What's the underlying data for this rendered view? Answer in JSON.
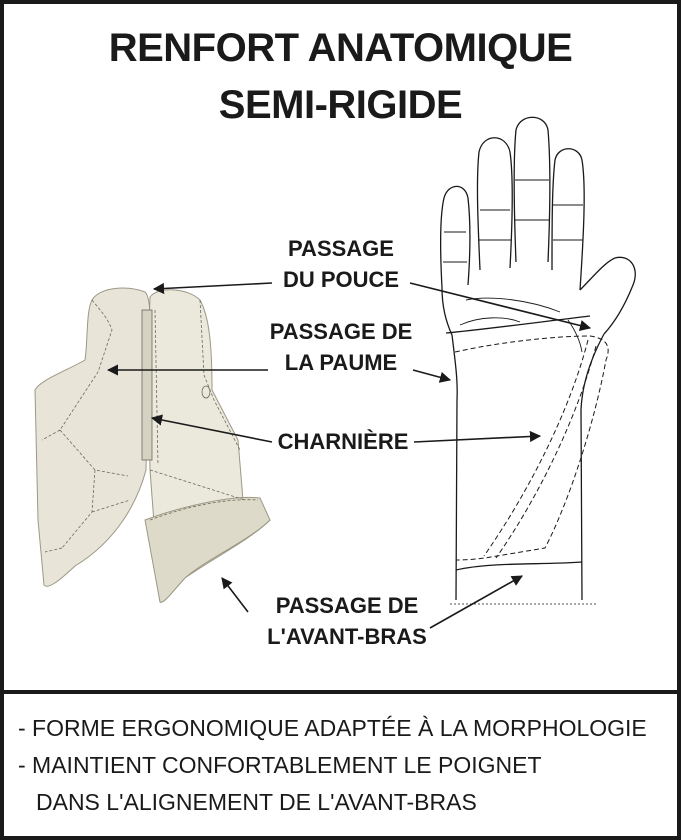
{
  "title": {
    "line1": "RENFORT ANATOMIQUE",
    "line2": "SEMI-RIGIDE"
  },
  "labels": {
    "thumb": {
      "line1": "PASSAGE",
      "line2": "DU POUCE"
    },
    "palm": {
      "line1": "PASSAGE DE",
      "line2": "LA PAUME"
    },
    "hinge": {
      "line1": "CHARNIÈRE"
    },
    "forearm": {
      "line1": "PASSAGE DE",
      "line2": "L'AVANT-BRAS"
    }
  },
  "notes": {
    "line1": "- FORME ERGONOMIQUE ADAPTÉE À LA MORPHOLOGIE",
    "line2": "- MAINTIENT CONFORTABLEMENT LE POIGNET",
    "line3": "DANS L'ALIGNEMENT DE L'AVANT-BRAS"
  },
  "colors": {
    "ink": "#1a1a1a",
    "splint": "#e8e5d8",
    "splint_shade": "#d6d2c2",
    "background": "#ffffff"
  }
}
